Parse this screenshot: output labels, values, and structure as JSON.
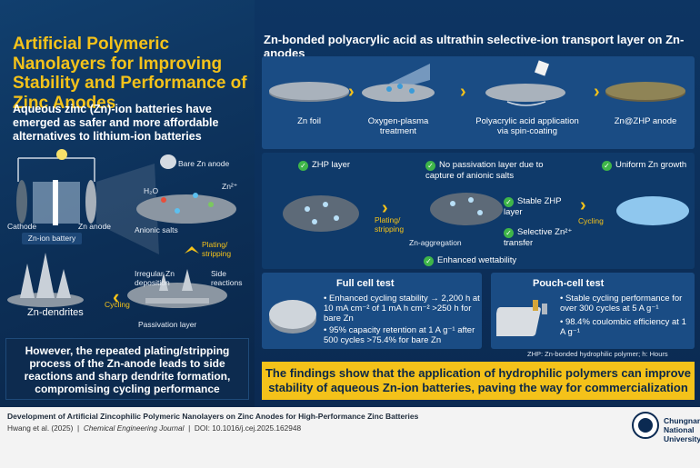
{
  "left": {
    "title": "Artificial Polymeric Nanolayers for Improving Stability and Performance of Zinc Anodes",
    "intro": "Aqueous zinc (Zn)-ion batteries have emerged as safer and more affordable alternatives to lithium-ion batteries",
    "labels": {
      "bare_zn": "Bare Zn anode",
      "h2o": "H₂O",
      "zn2": "Zn²⁺",
      "cathode": "Cathode",
      "zn_anode": "Zn anode",
      "zn_ion_battery": "Zn-ion battery",
      "anionic_salts": "Anionic salts",
      "plating": "Plating/ stripping",
      "irregular": "Irregular Zn deposition",
      "side": "Side reactions",
      "zn_dendrites": "Zn-dendrites",
      "cycling": "Cycling",
      "passivation": "Passivation layer"
    },
    "bottom": "However, the repeated plating/stripping process of the Zn-anode leads to side reactions and sharp dendrite formation, compromising cycling performance"
  },
  "right": {
    "header": "Zn-bonded polyacrylic acid as ultrathin selective-ion transport layer on Zn-anodes",
    "steps": [
      "Zn foil",
      "Oxygen-plasma treatment",
      "Polyacrylic acid application via spin-coating",
      "Zn@ZHP anode"
    ],
    "checks": {
      "zhp": "ZHP layer",
      "no_passivation": "No passivation layer due to capture of anionic salts",
      "uniform": "Uniform Zn growth",
      "stable": "Stable ZHP layer",
      "selective": "Selective Zn²⁺ transfer",
      "wettability": "Enhanced wettability"
    },
    "labels": {
      "plating": "Plating/ stripping",
      "zn_aggregation": "Zn-aggregation",
      "cycling": "Cycling"
    },
    "full_cell": {
      "title": "Full cell test",
      "bullets": [
        "Enhanced cycling stability → 2,200 h at 10 mA cm⁻² of 1 mA h cm⁻² >250 h for bare Zn",
        "95% capacity retention at 1 A g⁻¹ after 500 cycles >75.4% for bare Zn"
      ]
    },
    "pouch": {
      "title": "Pouch-cell test",
      "bullets": [
        "Stable cycling performance for over 300 cycles at 5 A g⁻¹",
        "98.4% coulombic efficiency at 1 A g⁻¹"
      ]
    },
    "note": "ZHP: Zn-bonded hydrophilic polymer; h: Hours",
    "finding": "The findings show that the application of hydrophilic polymers can improve stability of aqueous Zn-ion batteries, paving the way for commercialization"
  },
  "footer": {
    "title": "Development of Artificial Zincophilic Polymeric Nanolayers on Zinc Anodes for High-Performance Zinc Batteries",
    "authors": "Hwang et al. (2025)",
    "journal": "Chemical Engineering Journal",
    "doi": "DOI: 10.1016/j.cej.2025.162948",
    "university": [
      "Chungnam",
      "National",
      "University"
    ]
  },
  "colors": {
    "accent": "#f4c21a",
    "navy": "#0b2747",
    "check": "#3fb549"
  }
}
